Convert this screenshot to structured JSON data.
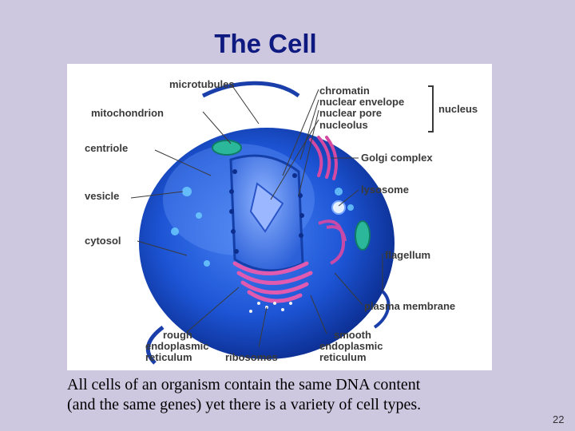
{
  "slide": {
    "title": "The Cell",
    "caption_line1": "All cells of an organism contain the same DNA content",
    "caption_line2": "(and the same genes) yet there is a variety of cell types.",
    "page_number": "22"
  },
  "diagram": {
    "labels": {
      "microtubules": "microtubules",
      "mitochondrion": "mitochondrion",
      "centriole": "centriole",
      "vesicle": "vesicle",
      "cytosol": "cytosol",
      "rough1": "rough",
      "rough2": "endoplasmic",
      "rough3": "reticulum",
      "ribosomes": "ribosomes",
      "chromatin": "chromatin",
      "nuclear_envelope": "nuclear envelope",
      "nuclear_pore": "nuclear pore",
      "nucleolus": "nucleolus",
      "nucleus": "nucleus",
      "golgi": "Golgi complex",
      "lysosome": "lysosome",
      "flagellum": "flagellum",
      "plasma_membrane": "plasma membrane",
      "smooth1": "smooth",
      "smooth2": "endoplasmic",
      "smooth3": "reticulum"
    },
    "colors": {
      "cell_body": "#1d55d6",
      "cell_edge": "#0a2a8a",
      "nucleus": "#3a6fe0",
      "er_pink": "#e05ab0",
      "label_text": "#3a3a3a"
    }
  }
}
